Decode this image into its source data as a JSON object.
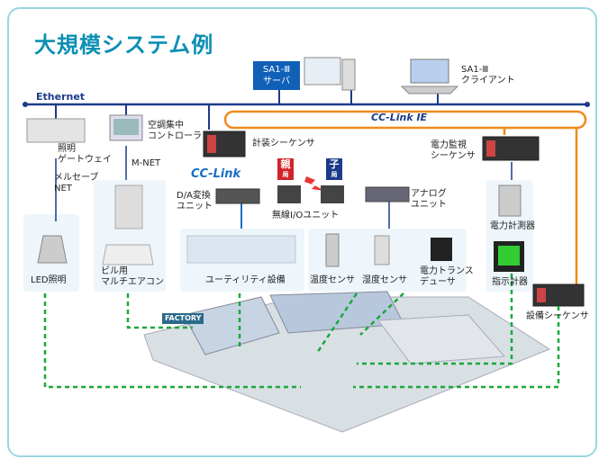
{
  "title": "大規模システム例",
  "network": {
    "ethernet": "Ethernet",
    "cclink_ie": "CC-Link IE",
    "cclink": "CC-Link"
  },
  "devices": {
    "server": [
      "SA1-Ⅲ",
      "サーバ"
    ],
    "client": [
      "SA1-Ⅲ",
      "クライアント"
    ],
    "lighting_gateway": [
      "照明",
      "ゲートウェイ"
    ],
    "melsave_net": [
      "メルセーブ",
      "NET"
    ],
    "hvac_controller": [
      "空調集中",
      "コントローラ"
    ],
    "mnet": "M-NET",
    "instrument_sequencer": "計装シーケンサ",
    "power_monitor_sequencer": [
      "電力監視",
      "シーケンサ"
    ],
    "da_unit": [
      "D/A変換",
      "ユニット"
    ],
    "wireless_io": "無線I/Oユニット",
    "parent": "親",
    "parent_sub": "局",
    "child": "子",
    "child_sub": "局",
    "analog_unit": [
      "アナログ",
      "ユニット"
    ],
    "power_meter": "電力計測器",
    "indicator": "指示計器",
    "facility_sequencer": "設備シーケンサ",
    "led_light": "LED照明",
    "multi_aircon": [
      "ビル用",
      "マルチエアコン"
    ],
    "utility": "ユーティリティ設備",
    "temp_sensor": "温度センサ",
    "humidity_sensor": "湿度センサ",
    "power_transducer": [
      "電力トランス",
      "デューサ"
    ],
    "factory_sign": "FACTORY"
  },
  "colors": {
    "ethernet": "#1b3a8a",
    "cclink_ie": "#f08a1c",
    "green_path": "#1aa83a",
    "frame": "#9ad6e2",
    "title": "#0b8fb3"
  }
}
